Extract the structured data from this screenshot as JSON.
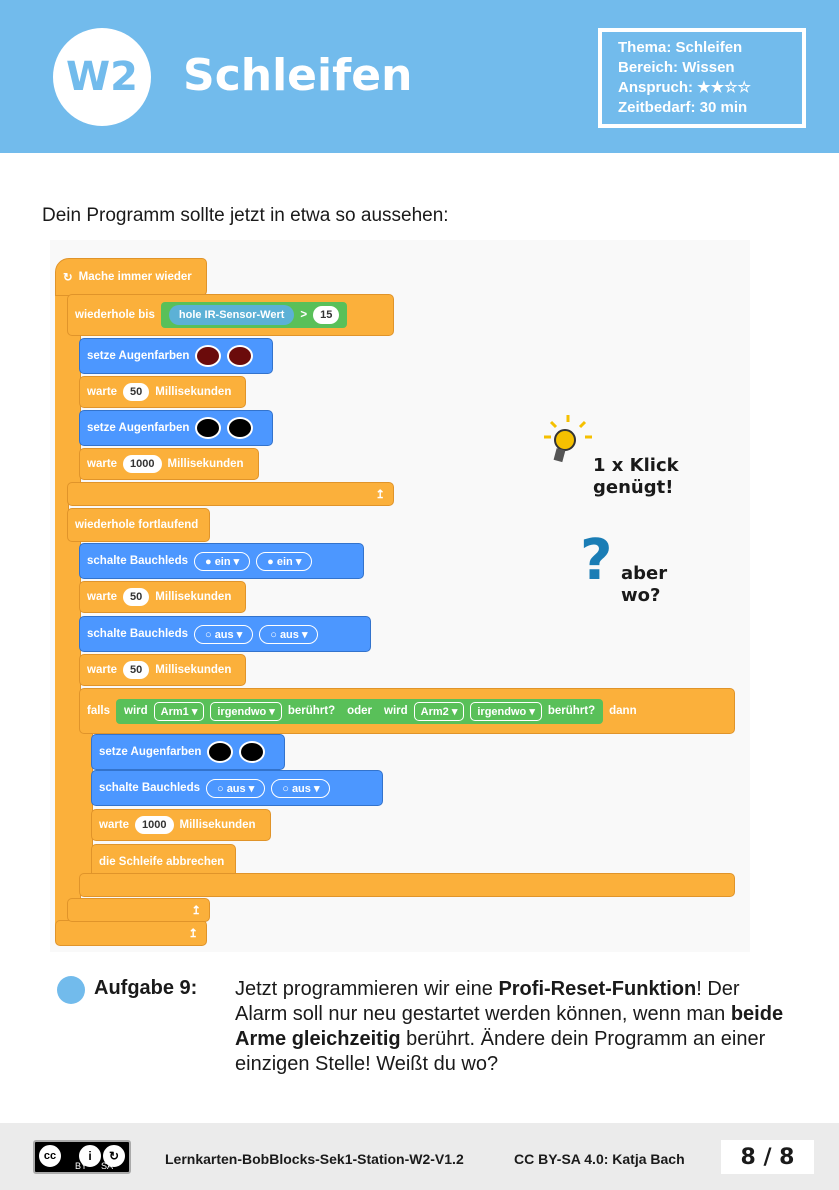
{
  "header": {
    "badge": "W2",
    "title": "Schleifen",
    "info": {
      "thema": "Thema: Schleifen",
      "bereich": "Bereich: Wissen",
      "anspruch_label": "Anspruch:",
      "anspruch_stars": "★★☆☆",
      "anspruch_level": 2,
      "anspruch_max": 4,
      "zeitbedarf": "Zeitbedarf: 30 min"
    }
  },
  "intro": "Dein Programm sollte jetzt in etwa so aussehen:",
  "program": {
    "forever": "Mache immer wieder",
    "repeat_until": "wiederhole bis",
    "ir_sensor": "hole IR-Sensor-Wert",
    "gt": ">",
    "threshold": "15",
    "set_eyes": "setze Augenfarben",
    "wait": "warte",
    "ms": "Millisekunden",
    "wait_50": "50",
    "wait_1000": "1000",
    "repeat_forever": "wiederhole fortlaufend",
    "switch_leds": "schalte Bauchleds",
    "on": "ein",
    "off": "aus",
    "if": "falls",
    "is": "wird",
    "arm1": "Arm1",
    "arm2": "Arm2",
    "somewhere": "irgendwo",
    "touched": "berührt?",
    "or": "oder",
    "then": "dann",
    "break_loop": "die Schleife abbrechen",
    "eye_color_red": "#6b0b0b",
    "eye_color_black": "#000000"
  },
  "hints": {
    "click": "1 x Klick genügt!",
    "where": "aber wo?"
  },
  "task": {
    "label": "Aufgabe 9:",
    "text_1": "Jetzt programmieren wir eine ",
    "text_bold_1": "Profi-Reset-Funktion",
    "text_2": "! Der Alarm soll nur neu gestartet werden können, wenn man ",
    "text_bold_2": "beide Arme gleichzeitig",
    "text_3": " berührt. Ändere dein Programm an einer einzigen Stelle! Weißt du wo?"
  },
  "footer": {
    "cc_by": "BY",
    "cc_sa": "SA",
    "doc_id": "Lernkarten-BobBlocks-Sek1-Station-W2-V1.2",
    "license": "CC BY-SA 4.0: Katja Bach",
    "page": "8 / 8"
  },
  "colors": {
    "header_bg": "#72bbec",
    "control_block": "#fbb03b",
    "looks_block": "#4c97ff",
    "operator_block": "#59c059"
  }
}
